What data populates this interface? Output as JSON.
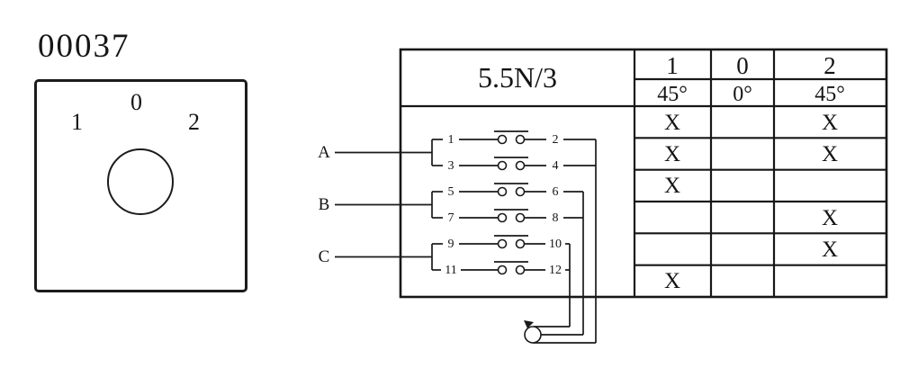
{
  "part_number": "00037",
  "knob_panel": {
    "top_label": "0",
    "left_label": "1",
    "right_label": "2"
  },
  "switch_table": {
    "model": "5.5N/3",
    "position_headers": [
      "1",
      "0",
      "2"
    ],
    "angle_headers": [
      "45°",
      "0°",
      "45°"
    ],
    "phases": [
      "A",
      "B",
      "C"
    ],
    "rows": [
      {
        "left_contact": "1",
        "right_contact": "2",
        "marks": [
          "X",
          "",
          "X"
        ]
      },
      {
        "left_contact": "3",
        "right_contact": "4",
        "marks": [
          "X",
          "",
          "X"
        ]
      },
      {
        "left_contact": "5",
        "right_contact": "6",
        "marks": [
          "X",
          "",
          ""
        ]
      },
      {
        "left_contact": "7",
        "right_contact": "8",
        "marks": [
          "",
          "",
          "X"
        ]
      },
      {
        "left_contact": "9",
        "right_contact": "10",
        "marks": [
          "",
          "",
          "X"
        ]
      },
      {
        "left_contact": "11",
        "right_contact": "12",
        "marks": [
          "X",
          "",
          ""
        ]
      }
    ]
  }
}
